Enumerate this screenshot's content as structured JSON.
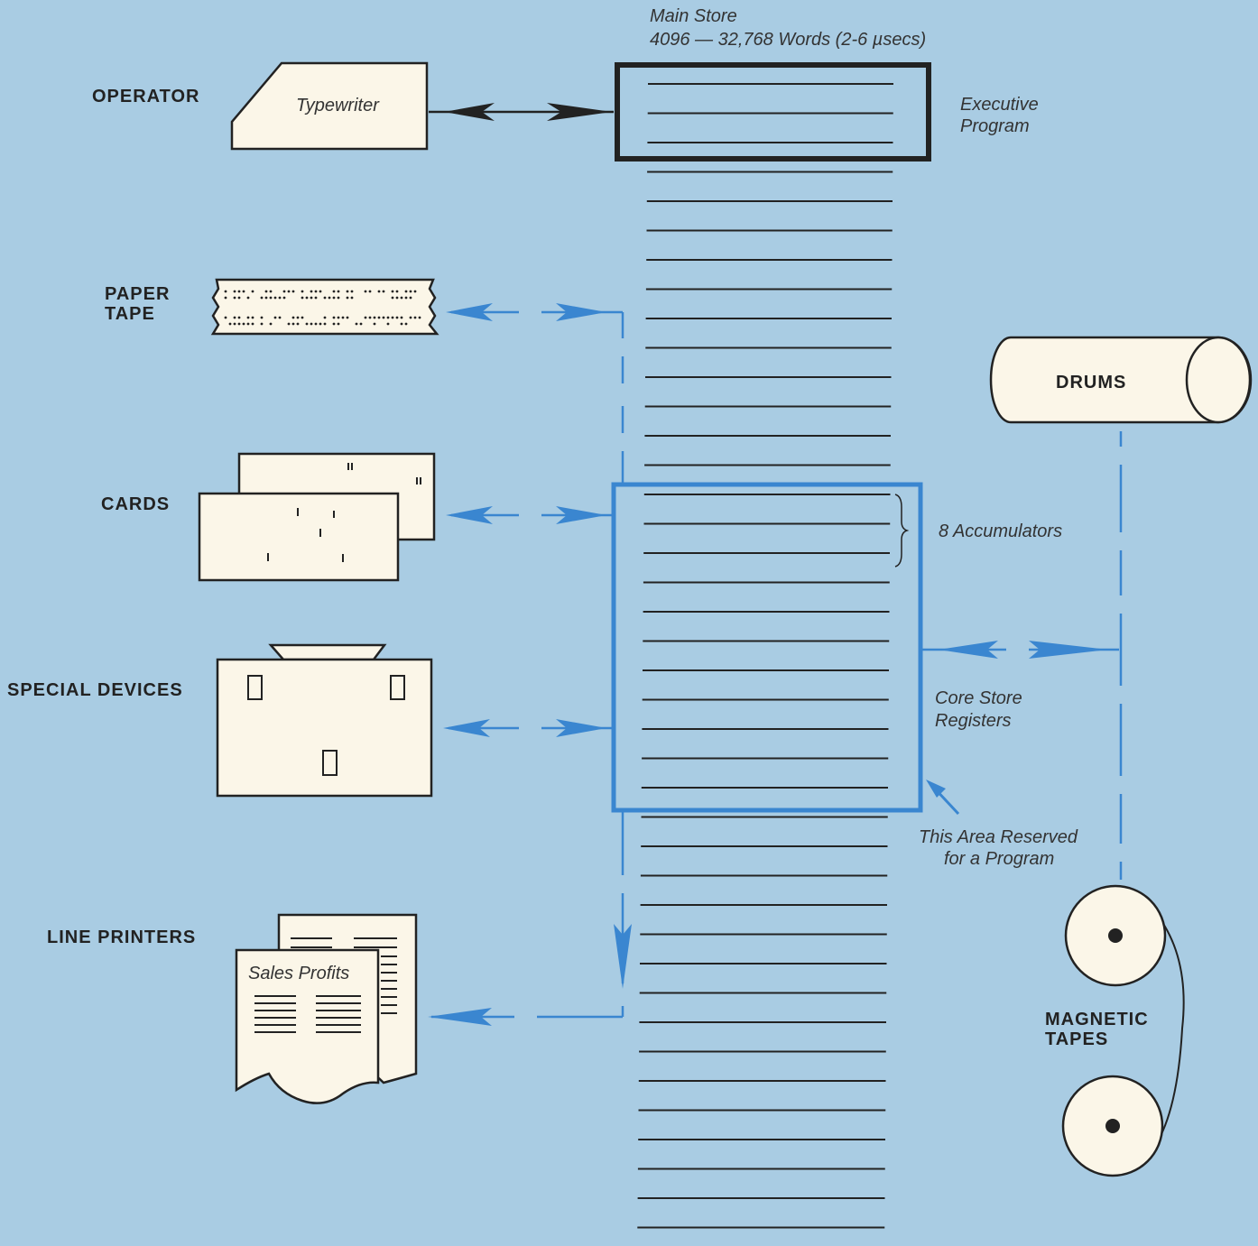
{
  "main_store": {
    "title": "Main Store",
    "subtitle": "4096 — 32,768 Words (2-6 µsecs)"
  },
  "labels": {
    "operator": "OPERATOR",
    "paper_tape": [
      "PAPER",
      "TAPE"
    ],
    "cards": "CARDS",
    "special_devices": "SPECIAL DEVICES",
    "line_printers": "LINE PRINTERS",
    "drums": "DRUMS",
    "magnetic_tapes": [
      "MAGNETIC",
      "TAPES"
    ]
  },
  "annotations": {
    "typewriter": "Typewriter",
    "executive_program": [
      "Executive",
      "Program"
    ],
    "accumulators": "8 Accumulators",
    "core_store_registers": [
      "Core Store",
      "Registers"
    ],
    "reserved_area": [
      "This Area Reserved",
      "for a Program"
    ],
    "sales_profits": "Sales Profits"
  },
  "colors": {
    "background": "#a9cce3",
    "ink": "#222222",
    "blue": "#3a86d0",
    "paper": "#fbf6e8"
  }
}
